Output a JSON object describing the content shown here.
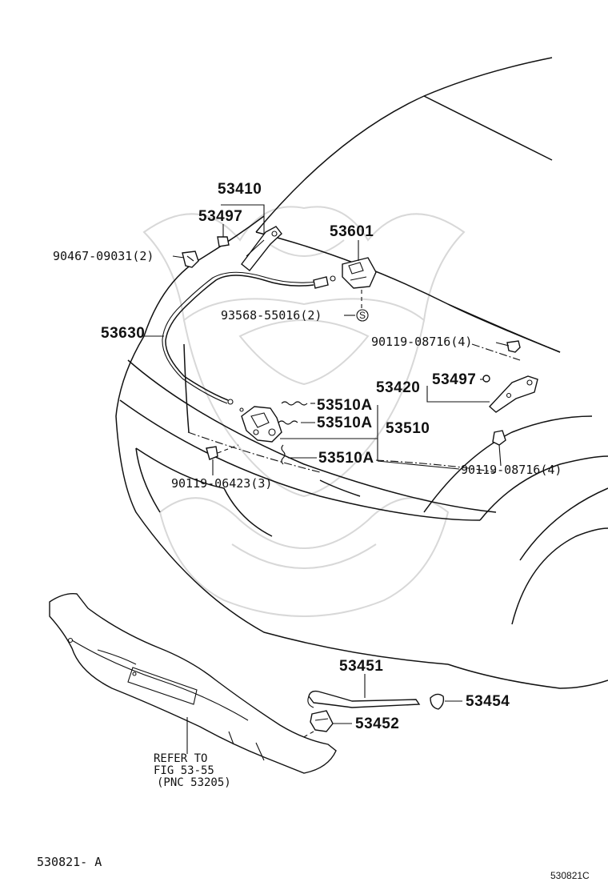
{
  "diagram": {
    "parts": [
      {
        "key": "hinge_left",
        "number": "53410"
      },
      {
        "key": "cushion_left",
        "number": "53497"
      },
      {
        "key": "clip_left",
        "number": "90467-09031(2)"
      },
      {
        "key": "release_handle",
        "number": "53601"
      },
      {
        "key": "screw",
        "number": "93568-55016(2)"
      },
      {
        "key": "cable",
        "number": "53630"
      },
      {
        "key": "bolt_hinge_upper",
        "number": "90119-08716(4)"
      },
      {
        "key": "cushion_right",
        "number": "53497"
      },
      {
        "key": "hinge_right",
        "number": "53420"
      },
      {
        "key": "lock_spring_a",
        "number": "53510A"
      },
      {
        "key": "lock_spring_b",
        "number": "53510A"
      },
      {
        "key": "lock_spring_c",
        "number": "53510A"
      },
      {
        "key": "lock_assy",
        "number": "53510"
      },
      {
        "key": "bolt_hinge_lower",
        "number": "90119-08716(4)"
      },
      {
        "key": "bolt_lock",
        "number": "90119-06423(3)"
      },
      {
        "key": "support_rod",
        "number": "53451"
      },
      {
        "key": "rod_holder",
        "number": "53454"
      },
      {
        "key": "rod_clip",
        "number": "53452"
      }
    ],
    "reference_note": [
      "REFER TO",
      "FIG 53-55",
      "(PNC 53205)"
    ],
    "figure_code": "530821- A",
    "catalog_code": "530821C",
    "screw_symbol": "S"
  }
}
